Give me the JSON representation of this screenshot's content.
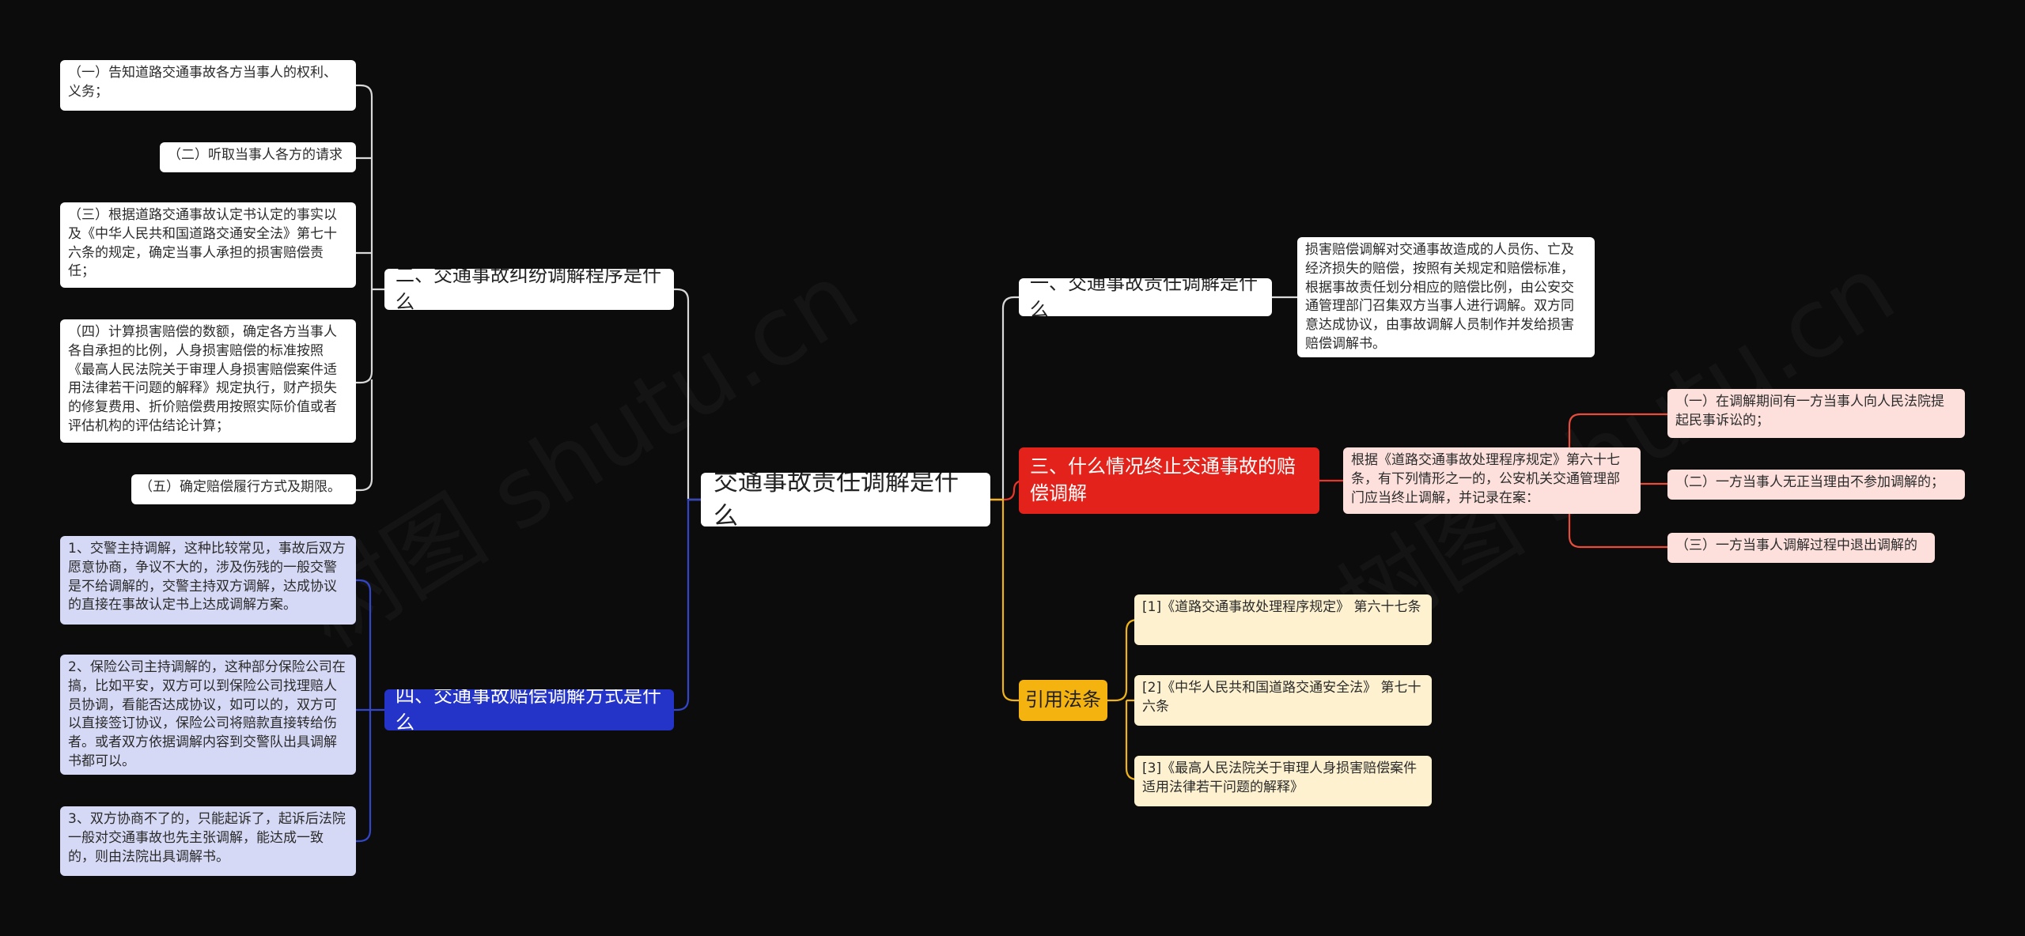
{
  "watermark": "树图 shutu.cn",
  "colors": {
    "background": "#0c0c0c",
    "link_gray": "#d9d9d9",
    "link_red": "#e8362a",
    "link_yellow": "#f0b419",
    "link_blue": "#3346c9",
    "link_pink": "#e84d3c",
    "branch_red": "#e3231b",
    "branch_yellow": "#f5b30f",
    "branch_blue": "#2434c8",
    "leaf_pink": "#fde0dc",
    "leaf_yellow": "#fdf1cf",
    "leaf_purple": "#d6d9f6"
  },
  "root": {
    "label": "交通事故责任调解是什么"
  },
  "right": {
    "b1": {
      "label": "一、交通事故责任调解是什么",
      "detail": "损害赔偿调解对交通事故造成的人员伤、亡及经济损失的赔偿，按照有关规定和赔偿标准，根据事故责任划分相应的赔偿比例，由公安交通管理部门召集双方当事人进行调解。双方同意达成协议，由事故调解人员制作并发给损害赔偿调解书。"
    },
    "b3": {
      "label": "三、什么情况终止交通事故的赔偿调解",
      "detail": "根据《道路交通事故处理程序规定》第六十七条，有下列情形之一的，公安机关交通管理部门应当终止调解，并记录在案：",
      "items": [
        "（一）在调解期间有一方当事人向人民法院提起民事诉讼的；",
        "（二）一方当事人无正当理由不参加调解的；",
        "（三）一方当事人调解过程中退出调解的"
      ]
    },
    "refs": {
      "label": "引用法条",
      "items": [
        "[1]《道路交通事故处理程序规定》 第六十七条",
        "[2]《中华人民共和国道路交通安全法》 第七十六条",
        "[3]《最高人民法院关于审理人身损害赔偿案件适用法律若干问题的解释》"
      ]
    }
  },
  "left": {
    "b2": {
      "label": "二、交通事故纠纷调解程序是什么",
      "items": [
        "（一）告知道路交通事故各方当事人的权利、义务；",
        "（二）听取当事人各方的请求",
        "（三）根据道路交通事故认定书认定的事实以及《中华人民共和国道路交通安全法》第七十六条的规定，确定当事人承担的损害赔偿责任；",
        "（四）计算损害赔偿的数额，确定各方当事人各自承担的比例，人身损害赔偿的标准按照《最高人民法院关于审理人身损害赔偿案件适用法律若干问题的解释》规定执行，财产损失的修复费用、折价赔偿费用按照实际价值或者评估机构的评估结论计算；",
        "（五）确定赔偿履行方式及期限。"
      ]
    },
    "b4": {
      "label": "四、交通事故赔偿调解方式是什么",
      "items": [
        "1、交警主持调解，这种比较常见，事故后双方愿意协商，争议不大的，涉及伤残的一般交警是不给调解的，交警主持双方调解，达成协议的直接在事故认定书上达成调解方案。",
        "2、保险公司主持调解的，这种部分保险公司在搞，比如平安，双方可以到保险公司找理赔人员协调，看能否达成协议，如可以的，双方可以直接签订协议，保险公司将赔款直接转给伤者。或者双方依据调解内容到交警队出具调解书都可以。",
        "3、双方协商不了的，只能起诉了，起诉后法院一般对交通事故也先主张调解，能达成一致的，则由法院出具调解书。"
      ]
    }
  }
}
